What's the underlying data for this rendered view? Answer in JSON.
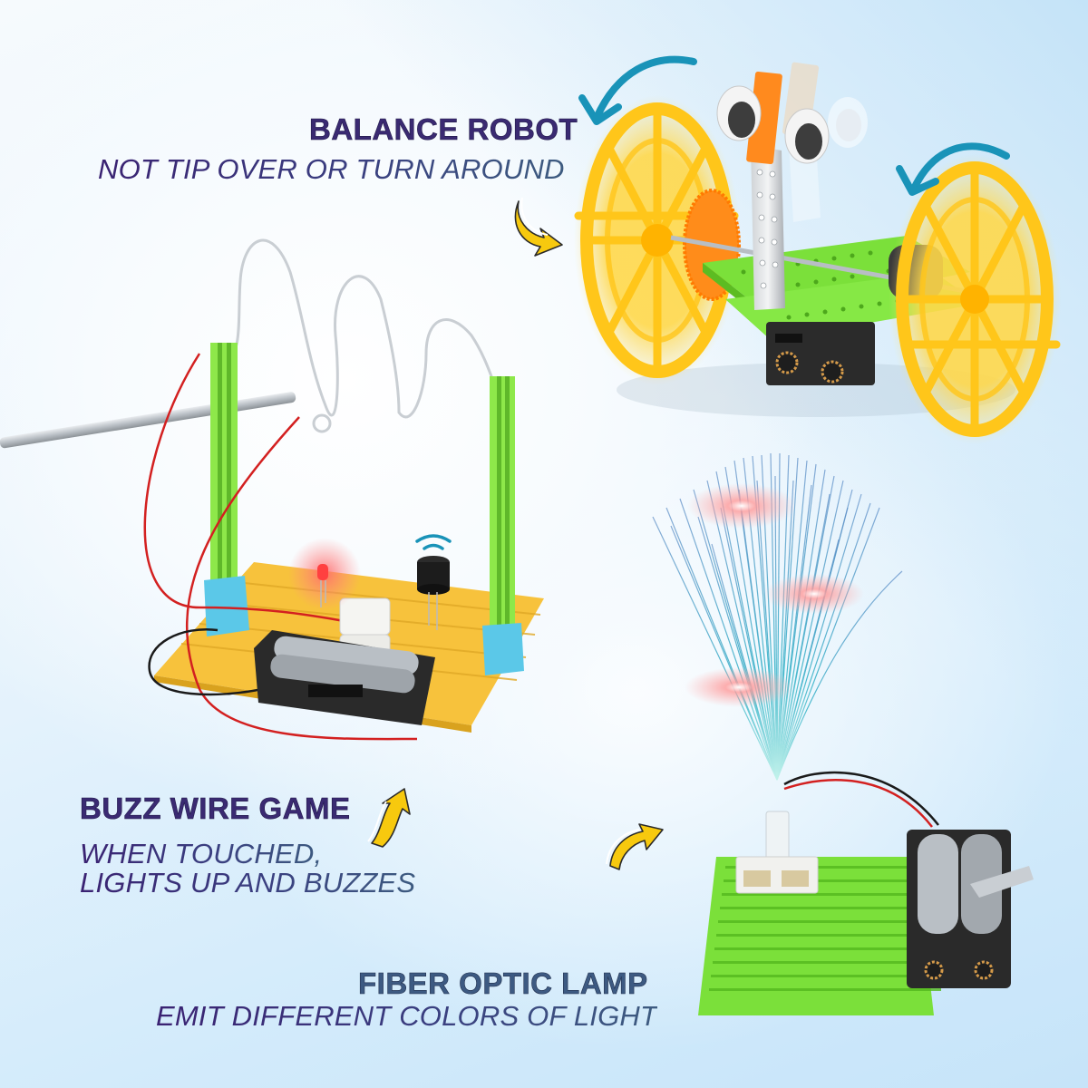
{
  "products": [
    {
      "id": "balance-robot",
      "title": "BALANCE ROBOT",
      "subtitle_lines": [
        "NOT TIP OVER OR TURN AROUND"
      ]
    },
    {
      "id": "buzz-wire-game",
      "title": "BUZZ WIRE GAME",
      "subtitle_lines": [
        "WHEN TOUCHED,",
        "LIGHTS UP AND BUZZES"
      ]
    },
    {
      "id": "fiber-optic-lamp",
      "title": "FIBER OPTIC LAMP",
      "subtitle_lines": [
        "EMIT DIFFERENT COLORS OF LIGHT"
      ]
    }
  ],
  "icons": {
    "pointer_arrows": "curved-yellow-arrow",
    "rotation_arrows": "curved-teal-arrow",
    "buzzer_sound": "sound-waves"
  },
  "colors": {
    "heading_purple": "#3a2a72",
    "heading_blue": "#3d5a82",
    "subtitle": "#2a1f5e",
    "arrow_yellow": "#f7c90e",
    "arrow_teal": "#1993b8",
    "wheel_yellow": "#ffc61a",
    "board_green": "#7be03a",
    "board_yellow": "#f7c23c",
    "background_blue": "#c6e4f9"
  }
}
